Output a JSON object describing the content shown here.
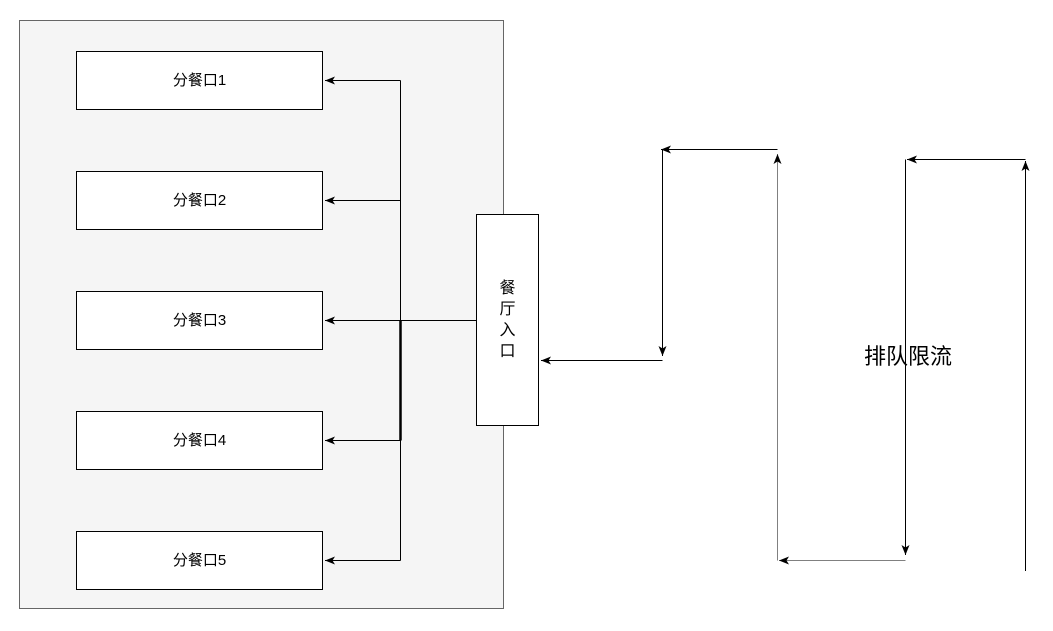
{
  "diagram": {
    "hall_area": {
      "serving_windows": [
        {
          "label": "分餐口1"
        },
        {
          "label": "分餐口2"
        },
        {
          "label": "分餐口3"
        },
        {
          "label": "分餐口4"
        },
        {
          "label": "分餐口5"
        }
      ],
      "entrance": {
        "label": "餐厅入口"
      }
    },
    "queue": {
      "label": "排队限流"
    },
    "colors": {
      "line": "#000000",
      "secondary_line": "#808080",
      "arrowhead": "#000000",
      "hall_fill": "#f5f5f5",
      "hall_border": "#666666",
      "box_fill": "#ffffff",
      "box_border": "#000000",
      "text": "#000000"
    }
  }
}
